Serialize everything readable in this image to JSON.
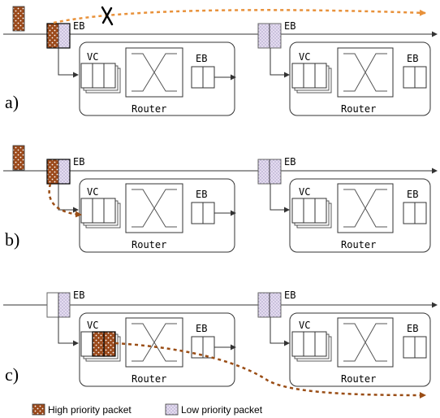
{
  "colors": {
    "high_priority": "#9b4a1c",
    "low_priority": "#e4dcf0",
    "dashed_orange": "#e8913a",
    "dashed_brown": "#9a4d15",
    "line": "#333333"
  },
  "icons": {
    "blocked": "x-mark-icon"
  },
  "panels": [
    {
      "label": "a)",
      "eb1": "EB",
      "eb2": "EB",
      "router1": {
        "vc": "VC",
        "eb": "EB",
        "name": "Router"
      },
      "router2": {
        "vc": "VC",
        "eb": "EB",
        "name": "Router"
      }
    },
    {
      "label": "b)",
      "eb1": "EB",
      "eb2": "EB",
      "router1": {
        "vc": "VC",
        "eb": "EB",
        "name": "Router"
      },
      "router2": {
        "vc": "VC",
        "eb": "EB",
        "name": "Router"
      }
    },
    {
      "label": "c)",
      "eb1": "EB",
      "eb2": "EB",
      "router1": {
        "vc": "VC",
        "eb": "EB",
        "name": "Router"
      },
      "router2": {
        "vc": "VC",
        "eb": "EB",
        "name": "Router"
      }
    }
  ],
  "legend": {
    "high_label": "High priority packet",
    "low_label": "Low priority packet"
  }
}
